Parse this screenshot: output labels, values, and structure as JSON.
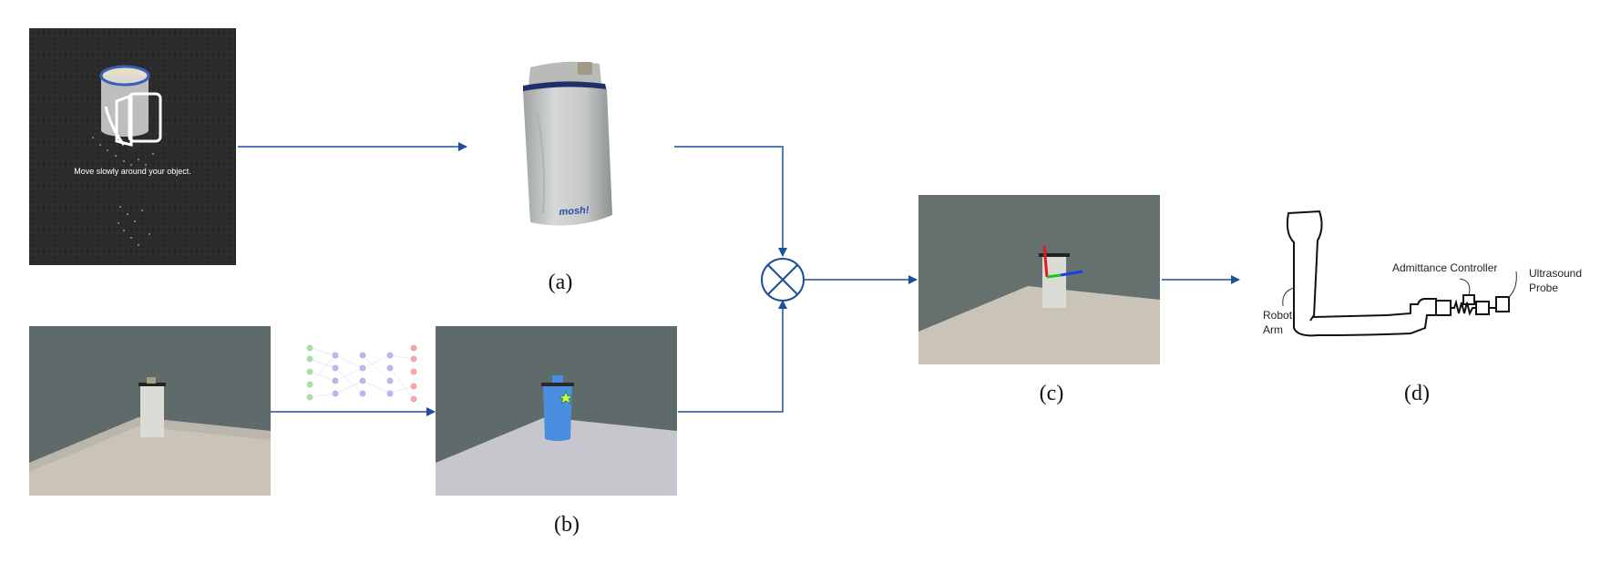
{
  "captions": {
    "a": "(a)",
    "b": "(b)",
    "c": "(c)",
    "d": "(d)"
  },
  "scan_panel": {
    "instruction": "Move slowly around your object."
  },
  "cup_model": {
    "brand": "mosh!"
  },
  "robot_diagram": {
    "label_arm_line1": "Robot",
    "label_arm_line2": "Arm",
    "label_controller": "Admittance Controller",
    "label_probe_line1": "Ultrasound",
    "label_probe_line2": "Probe"
  },
  "colors": {
    "arrow": "#1f4e9c",
    "segment_blue": "#4a8ee0",
    "axis_x": "#e21b1b",
    "axis_y": "#18c618",
    "axis_z": "#1b3ee2"
  }
}
